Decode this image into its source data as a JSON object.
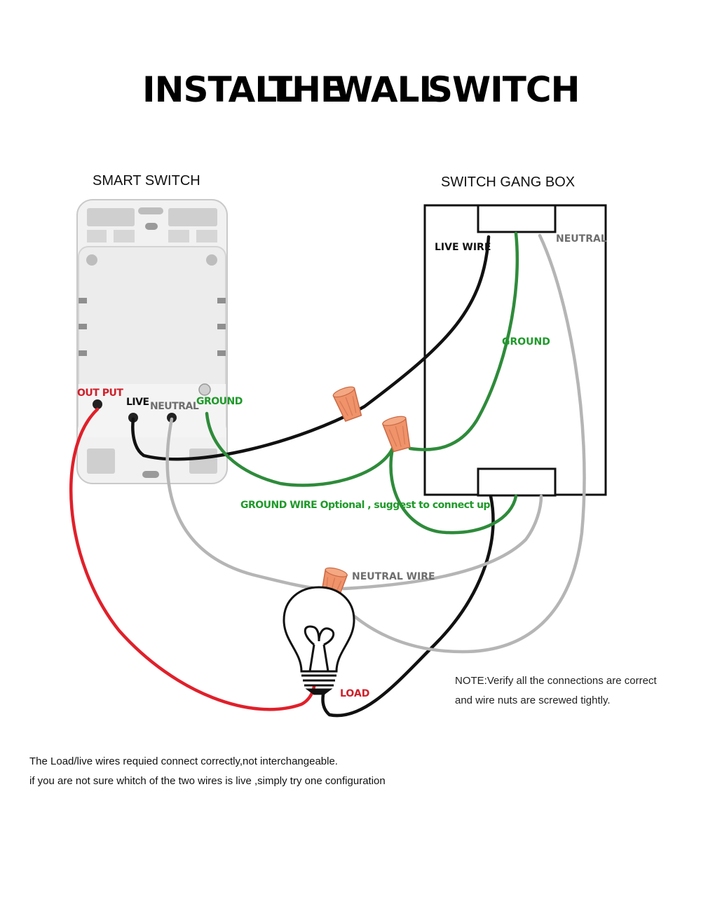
{
  "title": "INSTALL THE WALL SWITCH",
  "title_words": [
    "INSTALL",
    "THE",
    "WALL",
    "SWITCH"
  ],
  "headings": {
    "smart_switch": "SMART SWITCH",
    "gang_box": "SWITCH GANG BOX"
  },
  "terminal_labels": {
    "output": "OUT PUT",
    "live": "LIVE",
    "neutral": "NEUTRAL",
    "ground": "GROUND"
  },
  "box_labels": {
    "live_wire": "LIVE WIRE",
    "neutral": "NEUTRAL",
    "ground": "GROUND"
  },
  "wire_labels": {
    "ground_optional": "GROUND WIRE Optional , suggest to connect up",
    "neutral_wire": "NEUTRAL WIRE",
    "load": "LOAD"
  },
  "note": [
    "NOTE:Verify all the connections are correct",
    "and wire nuts are screwed tightly."
  ],
  "footer": [
    "The Load/live wires requied connect  correctly,not interchangeable.",
    "if you are not sure whitch of the two wires is live ,simply try one configuration"
  ],
  "colors": {
    "live": "#111111",
    "ground": "#2e8b3a",
    "neutral": "#b5b5b5",
    "output": "#e0202a",
    "wire_nut": "#f0926a",
    "label_red": "#d0202a",
    "label_green": "#1f9a2a",
    "label_grey": "#6e6e6e"
  },
  "icons": [
    "wire-nut-icon",
    "light-bulb-icon",
    "smart-switch-device",
    "gang-box"
  ]
}
